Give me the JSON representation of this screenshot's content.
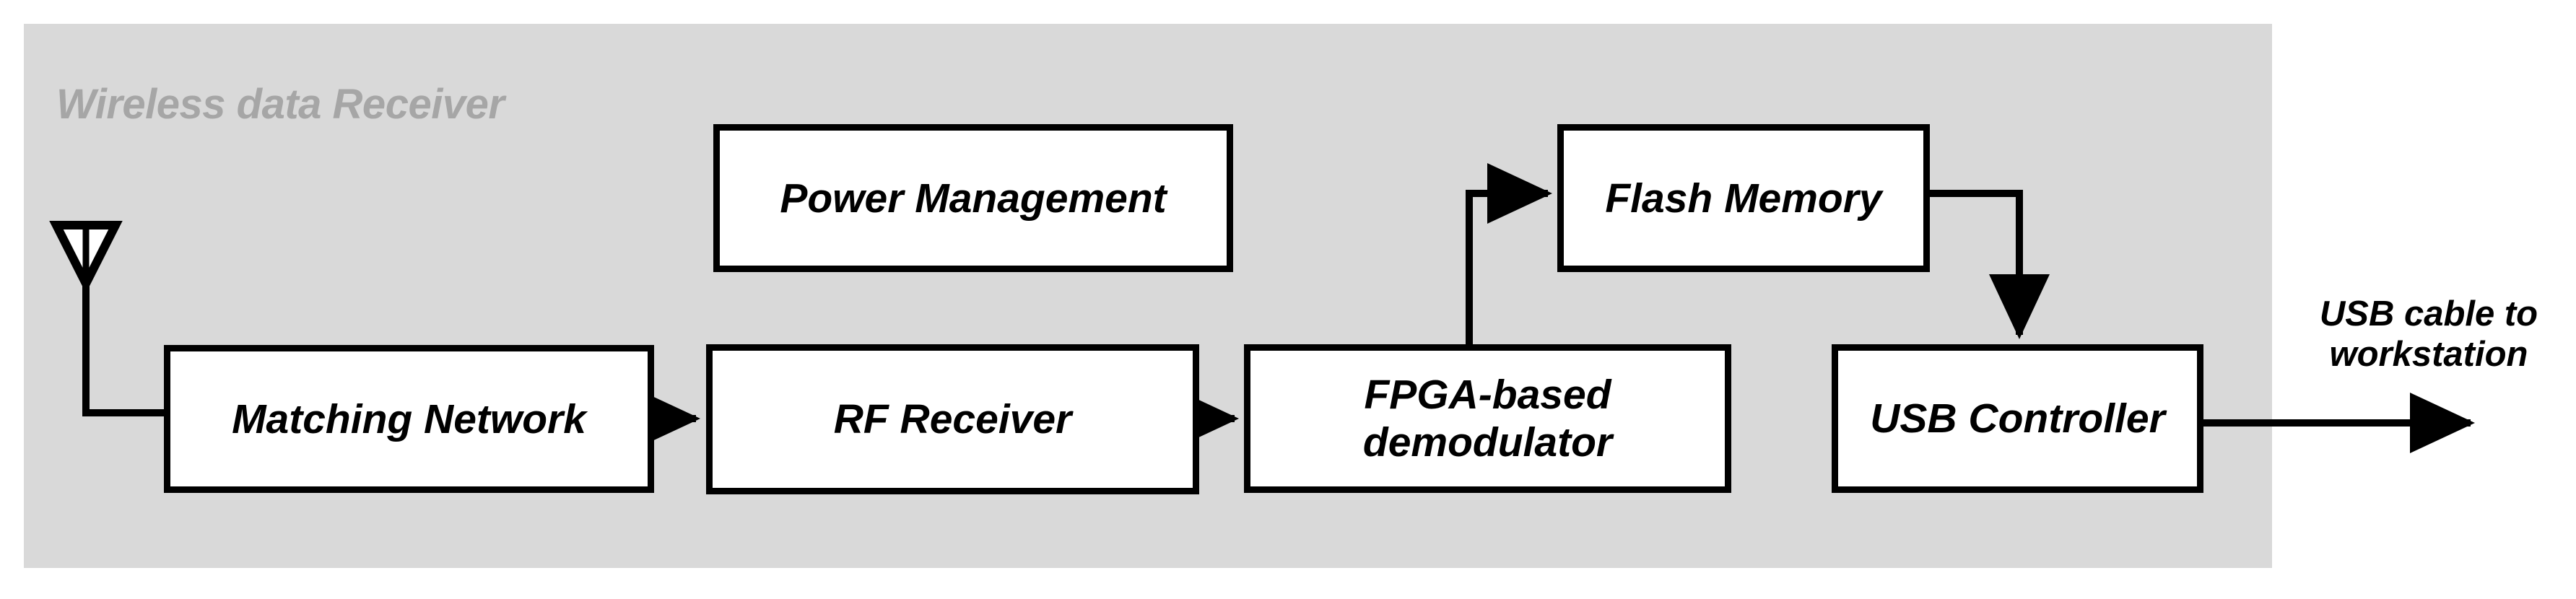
{
  "diagram": {
    "enclosure": {
      "title": "Wireless data Receiver",
      "fill_color": "#d9d9d9",
      "title_color": "#a6a6a6"
    },
    "line_color": "#000000",
    "block_fill_color": "#ffffff",
    "blocks": [
      {
        "id": "power-management",
        "label": "Power Management"
      },
      {
        "id": "flash-memory",
        "label": "Flash Memory"
      },
      {
        "id": "matching-network",
        "label": "Matching Network"
      },
      {
        "id": "rf-receiver",
        "label": "RF Receiver"
      },
      {
        "id": "fpga-demodulator",
        "label": "FPGA-based\ndemodulator"
      },
      {
        "id": "usb-controller",
        "label": "USB Controller"
      }
    ],
    "antenna": {
      "icon": "antenna-icon"
    },
    "annotations": [
      {
        "id": "usb-cable-note",
        "label": "USB cable to\nworkstation"
      }
    ],
    "connections": [
      {
        "from": "antenna",
        "to": "matching-network",
        "arrow": false
      },
      {
        "from": "matching-network",
        "to": "rf-receiver",
        "arrow": true
      },
      {
        "from": "rf-receiver",
        "to": "fpga-demodulator",
        "arrow": true
      },
      {
        "from": "fpga-demodulator",
        "to": "flash-memory",
        "arrow": true
      },
      {
        "from": "flash-memory",
        "to": "usb-controller",
        "arrow": true
      },
      {
        "from": "usb-controller",
        "to": "usb-cable-note",
        "arrow": true
      }
    ]
  }
}
